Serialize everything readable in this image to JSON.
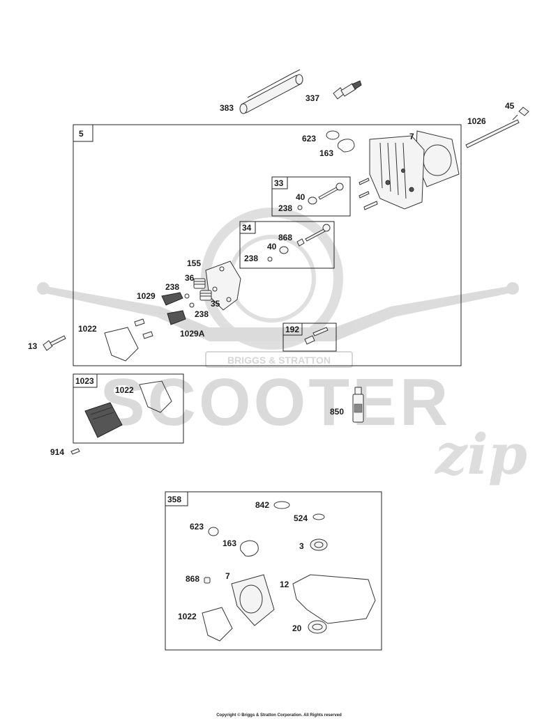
{
  "watermark": {
    "brand_plate": "BRIGGS & STRATTON",
    "wordmark": "SCOOTER",
    "script_mark": "zip"
  },
  "groups": [
    {
      "id": "5",
      "label": "5"
    },
    {
      "id": "33",
      "label": "33"
    },
    {
      "id": "34",
      "label": "34"
    },
    {
      "id": "192",
      "label": "192"
    },
    {
      "id": "1023",
      "label": "1023"
    },
    {
      "id": "358",
      "label": "358"
    }
  ],
  "callouts": {
    "p383": "383",
    "p337": "337",
    "p45": "45",
    "p1026": "1026",
    "p623": "623",
    "p163": "163",
    "p7": "7",
    "p40a": "40",
    "p238a": "238",
    "p868a": "868",
    "p40b": "40",
    "p238b": "238",
    "p155": "155",
    "p36": "36",
    "p238c": "238",
    "p1029": "1029",
    "p35": "35",
    "p238d": "238",
    "p1022a": "1022",
    "p1029A": "1029A",
    "p13": "13",
    "p1022b": "1022",
    "p850": "850",
    "p914": "914",
    "p842": "842",
    "p524": "524",
    "p623b": "623",
    "p163b": "163",
    "p3": "3",
    "p868b": "868",
    "p7b": "7",
    "p12": "12",
    "p1022c": "1022",
    "p20": "20"
  },
  "copyright": "Copyright © Briggs & Stratton Corporation. All Rights reserved"
}
